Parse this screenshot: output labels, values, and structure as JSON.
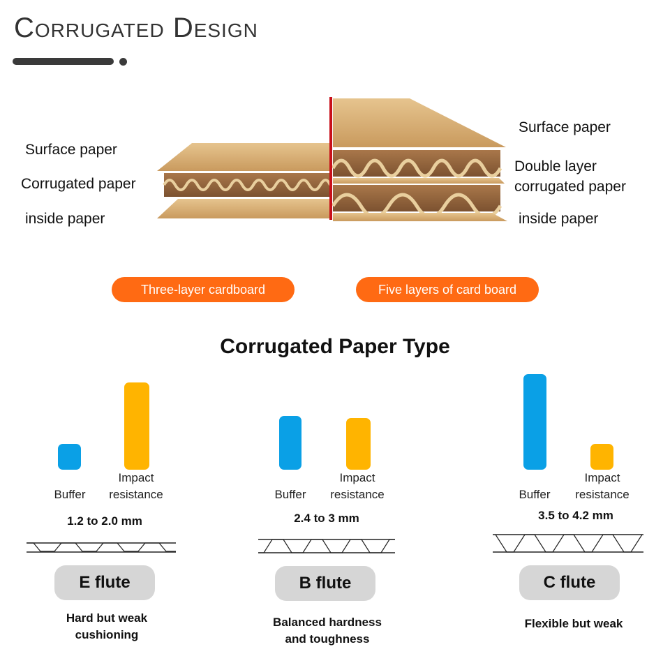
{
  "header": {
    "title": "Corrugated Design"
  },
  "layers": {
    "left_labels": [
      "Surface paper",
      "Corrugated paper",
      "inside paper"
    ],
    "right_labels": [
      "Surface paper",
      "Double layer",
      "corrugated paper",
      "inside paper"
    ],
    "pill_left": "Three-layer cardboard",
    "pill_right": "Five layers of card board"
  },
  "section_title": "Corrugated Paper Type",
  "colors": {
    "accent": "#ff6a13",
    "buffer": "#0aa0e6",
    "impact": "#ffb400",
    "kraft": "#d9b07a",
    "divider": "#c8101a"
  },
  "flutes": [
    {
      "name": "E flute",
      "thickness": "1.2 to 2.0 mm",
      "buffer_label": "Buffer",
      "impact_line1": "Impact",
      "impact_line2": "resistance",
      "desc_line1": "Hard but weak",
      "desc_line2": "cushioning",
      "buffer_level": 0.27,
      "impact_level": 0.91
    },
    {
      "name": "B flute",
      "thickness": "2.4 to 3 mm",
      "buffer_label": "Buffer",
      "impact_line1": "Impact",
      "impact_line2": "resistance",
      "desc_line1": "Balanced hardness",
      "desc_line2": "and toughness",
      "buffer_level": 0.56,
      "impact_level": 0.54
    },
    {
      "name": "C flute",
      "thickness": "3.5 to 4.2 mm",
      "buffer_label": "Buffer",
      "impact_line1": "Impact",
      "impact_line2": "resistance",
      "desc_line1": "Flexible but weak",
      "desc_line2": "",
      "buffer_level": 1.0,
      "impact_level": 0.27
    }
  ]
}
